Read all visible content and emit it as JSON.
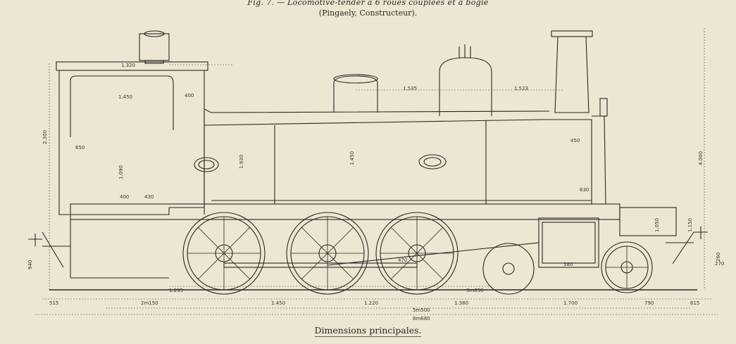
{
  "header": {
    "figure_title": "Fig. 7. — Locomotive-tender à 6 roues couplées et à bogie",
    "figure_subtitle": "(Pingaely, Constructeur)."
  },
  "caption": "Dimensions principales.",
  "dimensions_horizontal": [
    "515",
    "2m150",
    "1.450",
    "1.220",
    "1.380",
    "1.700",
    "790",
    "615",
    "5m500",
    "8m680",
    "1.295",
    "3m050",
    "1.450",
    "1.535",
    "1.523",
    "400",
    "1.320",
    "430",
    "400",
    "650",
    "450",
    "630",
    "380",
    "470",
    "270"
  ],
  "dimensions_vertical": [
    "2.300",
    "1.930",
    "1.450",
    "4.000",
    "1.050",
    "1.150",
    "1.090",
    "940",
    "260"
  ],
  "colors": {
    "paper": "#ece6d3",
    "ink": "#2a2620"
  }
}
